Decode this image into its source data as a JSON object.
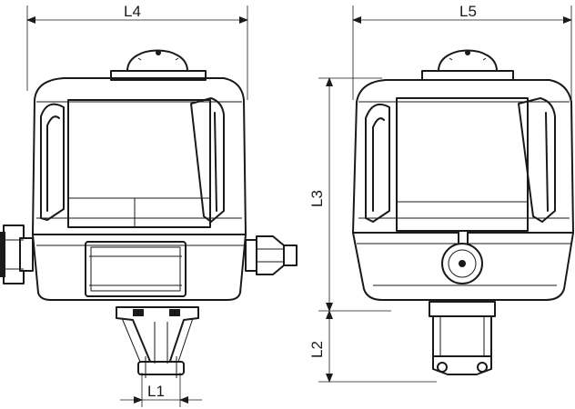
{
  "dimensions": {
    "l1": "L1",
    "l2": "L2",
    "l3": "L3",
    "l4": "L4",
    "l5": "L5"
  },
  "colors": {
    "line": "#1a1a1a",
    "background": "#ffffff"
  }
}
